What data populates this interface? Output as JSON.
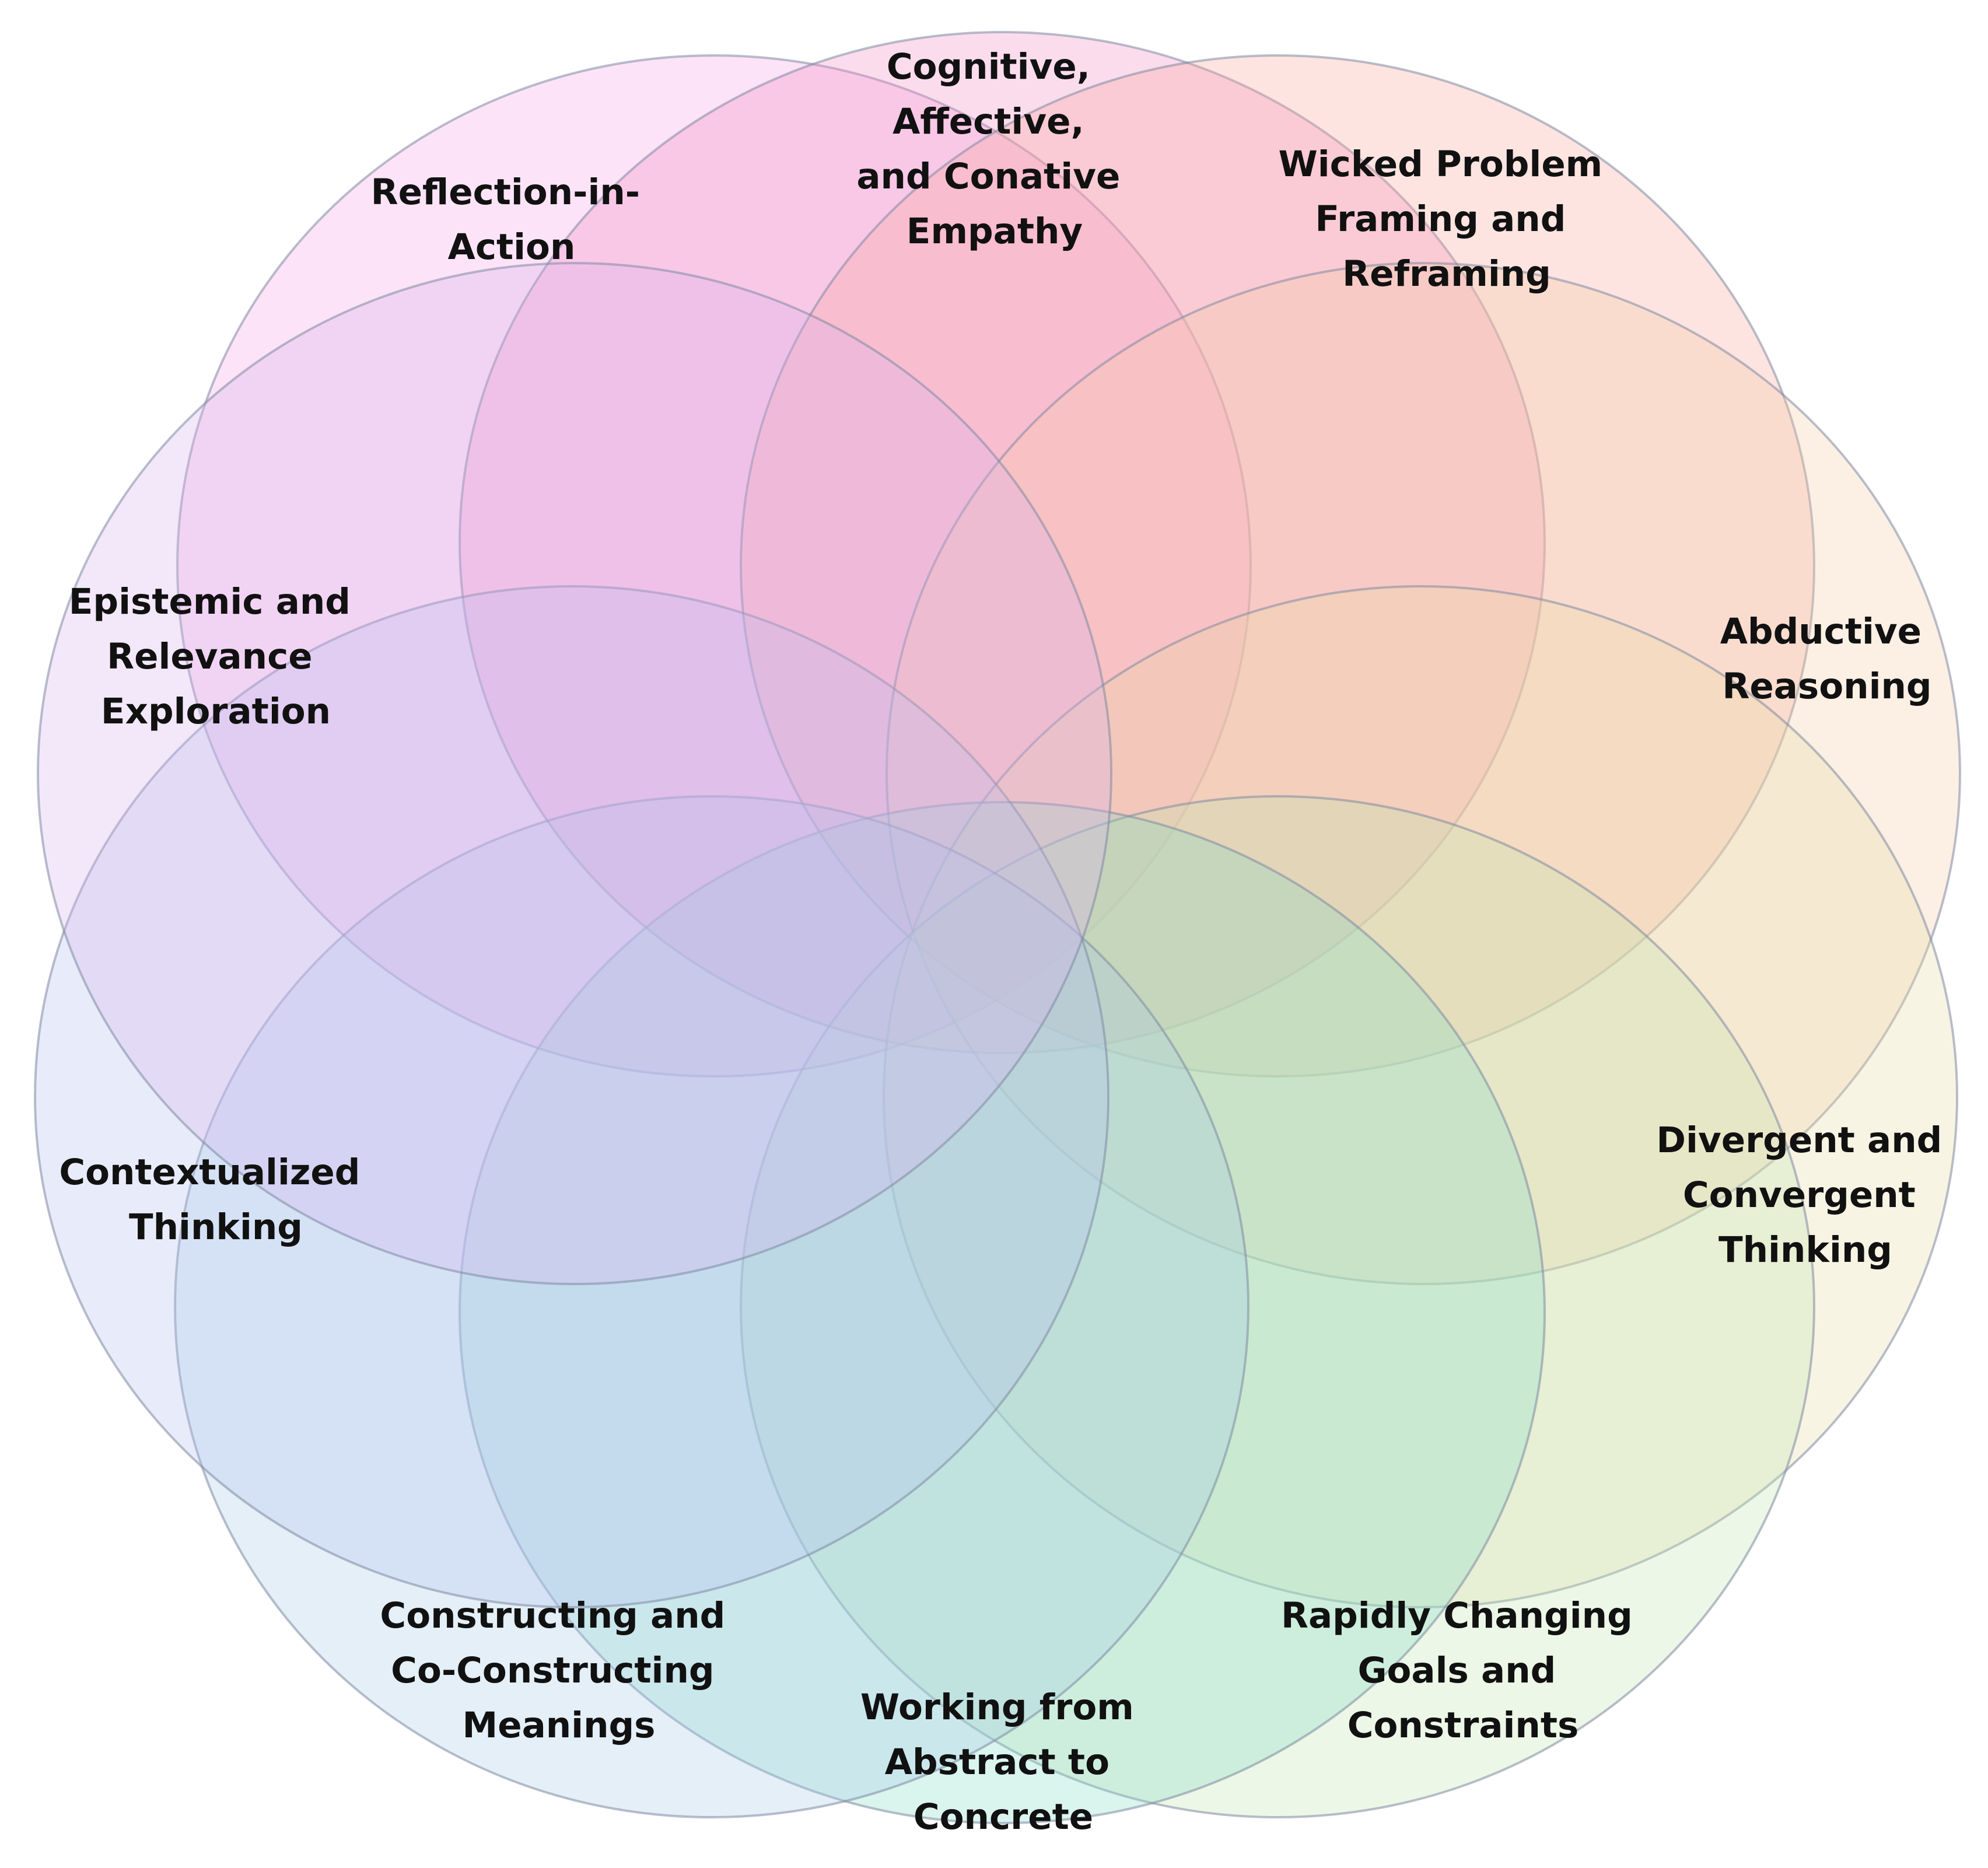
{
  "diagram": {
    "petals": [
      {
        "id": "reflection",
        "color": "#f5a3e6",
        "lines": [
          "Reflection-in-",
          "Action"
        ]
      },
      {
        "id": "empathy",
        "color": "#f28cc2",
        "lines": [
          "Cognitive,",
          "Affective,",
          "and Conative",
          "Empathy"
        ]
      },
      {
        "id": "wicked",
        "color": "#f9a79c",
        "lines": [
          "Wicked Problem",
          "Framing and",
          "Reframing"
        ]
      },
      {
        "id": "abductive",
        "color": "#f5c9a5",
        "lines": [
          "Abductive",
          "Reasoning"
        ]
      },
      {
        "id": "divergent",
        "color": "#e8d9a4",
        "lines": [
          "Divergent and",
          "Convergent",
          "Thinking"
        ]
      },
      {
        "id": "rapidly",
        "color": "#bfe3b0",
        "lines": [
          "Rapidly Changing",
          "Goals and",
          "Constraints"
        ]
      },
      {
        "id": "abstract",
        "color": "#86dbc6",
        "lines": [
          "Working from",
          "Abstract to",
          "Concrete"
        ]
      },
      {
        "id": "constructing",
        "color": "#a6cbe8",
        "lines": [
          "Constructing and",
          "Co-Constructing",
          "Meanings"
        ]
      },
      {
        "id": "contextualized",
        "color": "#b3bff0",
        "lines": [
          "Contextualized",
          "Thinking"
        ]
      },
      {
        "id": "epistemic",
        "color": "#d7b2ee",
        "lines": [
          "Epistemic and",
          "Relevance",
          "Exploration"
        ]
      }
    ]
  }
}
